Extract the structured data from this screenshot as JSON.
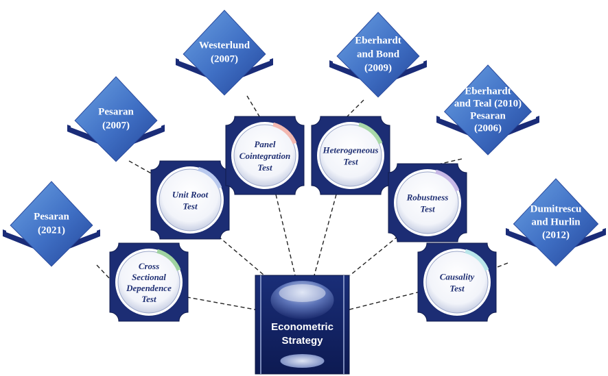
{
  "center": {
    "lines": [
      "Econometric",
      "Strategy"
    ]
  },
  "tests": [
    {
      "key": "csd",
      "lines": [
        "Cross",
        "Sectional",
        "Dependence",
        "Test"
      ],
      "arc": "#9fd3a0"
    },
    {
      "key": "unit",
      "lines": [
        "Unit Root",
        "Test"
      ],
      "arc": "#b9c9ee"
    },
    {
      "key": "coint",
      "lines": [
        "Panel",
        "Cointegration",
        "Test"
      ],
      "arc": "#f3b8b0"
    },
    {
      "key": "het",
      "lines": [
        "Heterogeneous",
        "Test"
      ],
      "arc": "#a8d8a8"
    },
    {
      "key": "rob",
      "lines": [
        "Robustness",
        "Test"
      ],
      "arc": "#c7b8e6"
    },
    {
      "key": "caus",
      "lines": [
        "Causality",
        "Test"
      ],
      "arc": "#b9e6ea"
    }
  ],
  "references": [
    {
      "key": "pes2021",
      "lines": [
        "Pesaran",
        "(2021)"
      ]
    },
    {
      "key": "pes2007",
      "lines": [
        "Pesaran",
        "(2007)"
      ]
    },
    {
      "key": "west",
      "lines": [
        "Westerlund",
        "(2007)"
      ]
    },
    {
      "key": "eber",
      "lines": [
        "Eberhardt",
        "and Bond",
        "(2009)"
      ]
    },
    {
      "key": "teal",
      "lines": [
        "Eberhardt",
        "and Teal (2010)",
        "Pesaran",
        "(2006)"
      ]
    },
    {
      "key": "dum",
      "lines": [
        "Dumitrescu",
        "and Hurlin",
        "(2012)"
      ]
    }
  ]
}
